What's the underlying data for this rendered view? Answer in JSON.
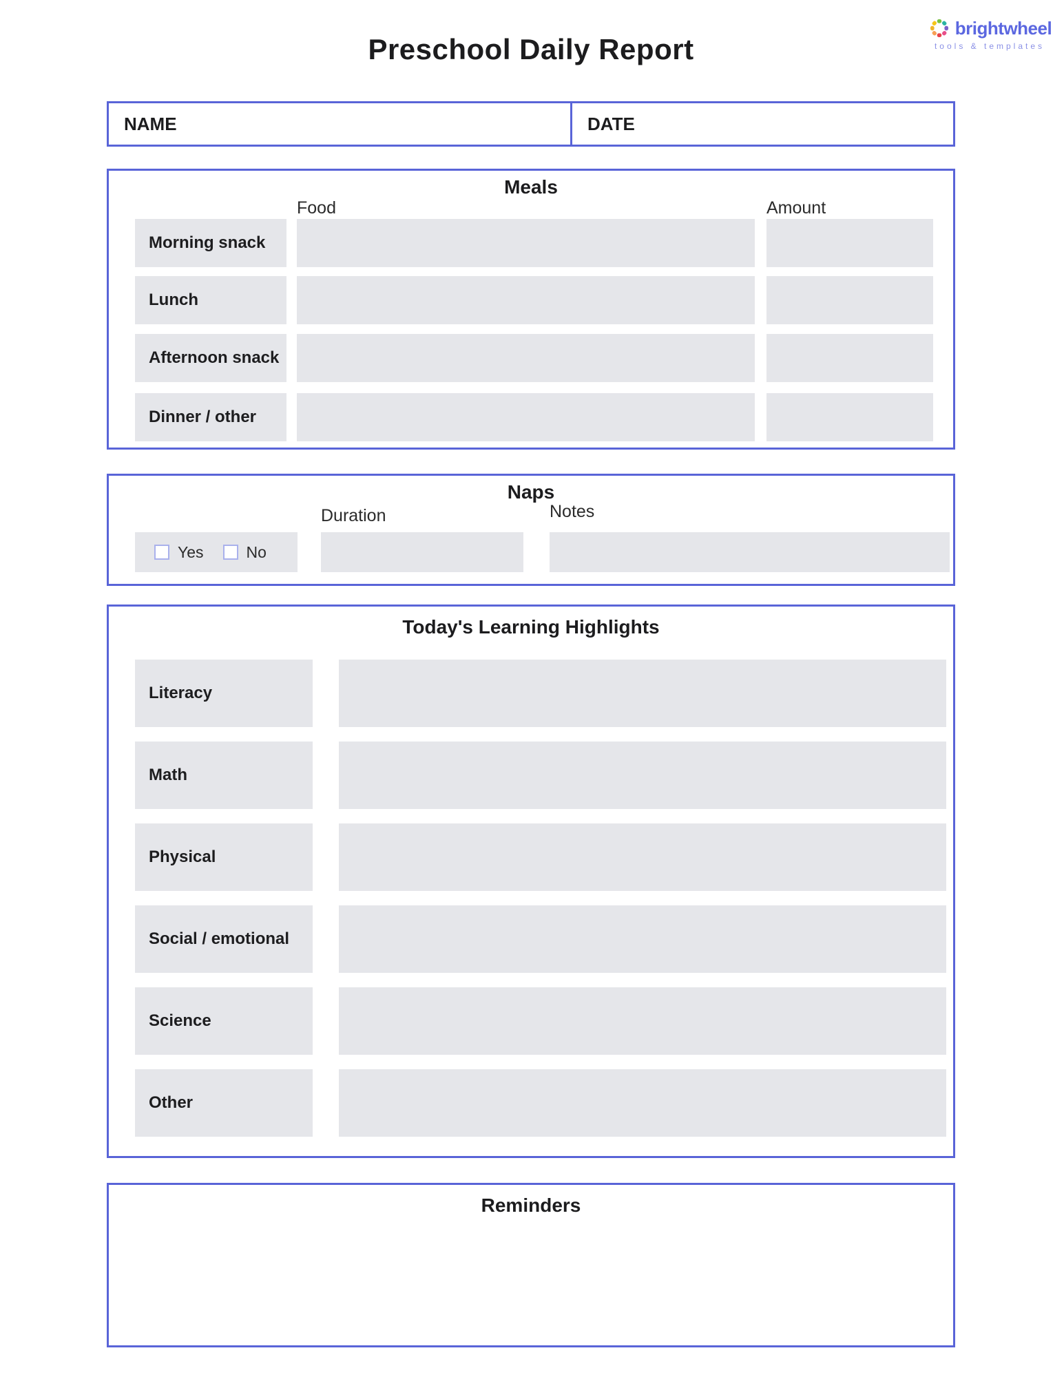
{
  "page": {
    "title": "Preschool Daily Report"
  },
  "logo": {
    "brand": "brightwheel",
    "tagline": "tools & templates"
  },
  "name_date": {
    "name_label": "NAME",
    "date_label": "DATE"
  },
  "meals": {
    "title": "Meals",
    "food_header": "Food",
    "amount_header": "Amount",
    "rows": [
      {
        "label": "Morning snack",
        "food": "",
        "amount": ""
      },
      {
        "label": "Lunch",
        "food": "",
        "amount": ""
      },
      {
        "label": "Afternoon snack",
        "food": "",
        "amount": ""
      },
      {
        "label": "Dinner / other",
        "food": "",
        "amount": ""
      }
    ]
  },
  "naps": {
    "title": "Naps",
    "duration_header": "Duration",
    "notes_header": "Notes",
    "yes_label": "Yes",
    "no_label": "No",
    "yes_checked": false,
    "no_checked": false,
    "duration_value": "",
    "notes_value": ""
  },
  "learning": {
    "title": "Today's Learning Highlights",
    "rows": [
      {
        "label": "Literacy",
        "value": ""
      },
      {
        "label": "Math",
        "value": ""
      },
      {
        "label": "Physical",
        "value": ""
      },
      {
        "label": "Social / emotional",
        "value": ""
      },
      {
        "label": "Science",
        "value": ""
      },
      {
        "label": "Other",
        "value": ""
      }
    ]
  },
  "reminders": {
    "title": "Reminders",
    "value": ""
  },
  "colors": {
    "accent_border": "#5964d8",
    "field_fill": "#e5e6ea",
    "brand_purple": "#5b67e0",
    "tagline_purple": "#8a90e6",
    "checkbox_border": "#a9b1ec"
  }
}
